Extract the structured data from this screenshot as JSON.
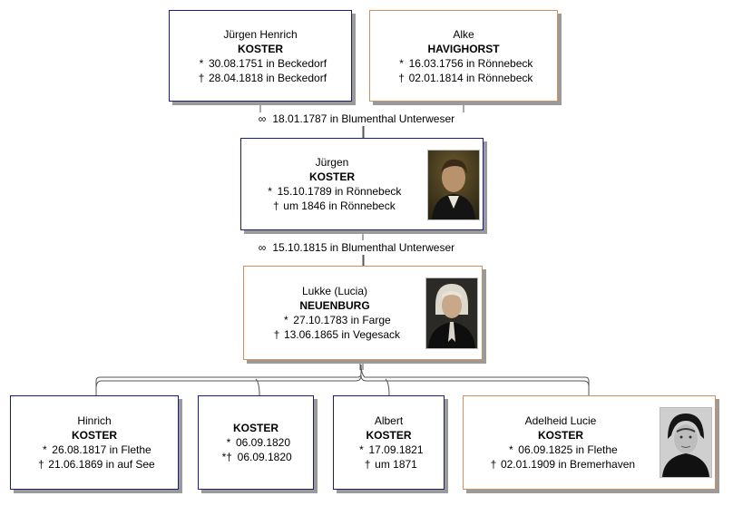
{
  "symbols": {
    "birth": "*",
    "death": "†",
    "marriage": "∞",
    "birth_death": "*†"
  },
  "parents": {
    "father": {
      "given": "Jürgen Henrich",
      "surname": "KOSTER",
      "birth": "30.08.1751 in Beckedorf",
      "death": "28.04.1818 in Beckedorf"
    },
    "mother": {
      "given": "Alke",
      "surname": "HAVIGHORST",
      "birth": "16.03.1756 in Rönnebeck",
      "death": "02.01.1814 in Rönnebeck"
    },
    "marriage": "18.01.1787 in Blumenthal Unterweser"
  },
  "husband": {
    "given": "Jürgen",
    "surname": "KOSTER",
    "birth": "15.10.1789 in Rönnebeck",
    "death": "um 1846 in Rönnebeck"
  },
  "wife": {
    "given": "Lukke (Lucia)",
    "surname": "NEUENBURG",
    "birth": "27.10.1783 in Farge",
    "death": "13.06.1865 in Vegesack"
  },
  "couple_marriage": "15.10.1815 in Blumenthal Unterweser",
  "children": [
    {
      "given": "Hinrich",
      "surname": "KOSTER",
      "birth": "26.08.1817 in Flethe",
      "death": "21.06.1869 in auf See"
    },
    {
      "given": "",
      "surname": "KOSTER",
      "birth": "06.09.1820",
      "death": "06.09.1820"
    },
    {
      "given": "Albert",
      "surname": "KOSTER",
      "birth": "17.09.1821",
      "death": "um 1871"
    },
    {
      "given": "Adelheid Lucie",
      "surname": "KOSTER",
      "birth": "06.09.1825 in Flethe",
      "death": "02.01.1909 in Bremerhaven"
    }
  ],
  "colors": {
    "male_border": "#1c1c80",
    "female_border": "#d2915a",
    "shadow": "#9a9a9a",
    "line": "#555555"
  }
}
